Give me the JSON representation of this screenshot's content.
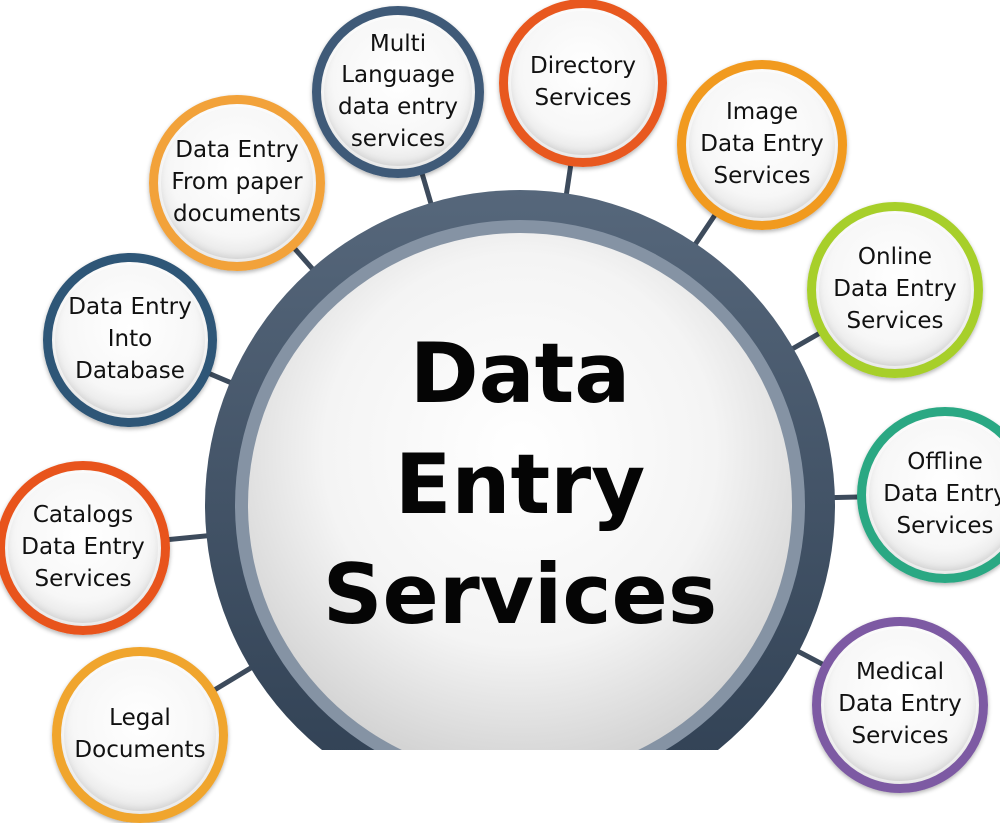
{
  "hub": {
    "label": "Data\nEntry\nServices",
    "ring_color": "#3c4d60"
  },
  "services": [
    {
      "id": "multi-language",
      "label": "Multi\nLanguage\ndata entry\nservices",
      "ring_color": "#3f5a78"
    },
    {
      "id": "directory",
      "label": "Directory\nServices",
      "ring_color": "#e8581f"
    },
    {
      "id": "image",
      "label": "Image\nData Entry\nServices",
      "ring_color": "#f19a1f"
    },
    {
      "id": "online",
      "label": "Online\nData Entry\nServices",
      "ring_color": "#a7cf2a"
    },
    {
      "id": "offline",
      "label": "Offline\nData Entry\nServices",
      "ring_color": "#2aa883"
    },
    {
      "id": "medical",
      "label": "Medical\nData Entry\nServices",
      "ring_color": "#7d5aa3"
    },
    {
      "id": "paper",
      "label": "Data Entry\nFrom paper\ndocuments",
      "ring_color": "#f2a23a"
    },
    {
      "id": "database",
      "label": "Data Entry\nInto\nDatabase",
      "ring_color": "#2e5677"
    },
    {
      "id": "catalogs",
      "label": "Catalogs\nData Entry\nServices",
      "ring_color": "#e8541c"
    },
    {
      "id": "legal",
      "label": "Legal\nDocuments",
      "ring_color": "#f0a52d"
    }
  ]
}
